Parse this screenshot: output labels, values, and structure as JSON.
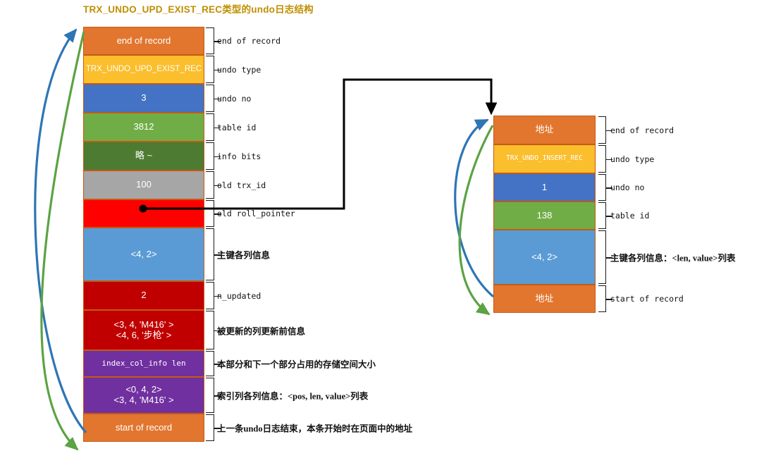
{
  "title": "TRX_UNDO_UPD_EXIST_REC类型的undo日志结构",
  "colors": {
    "title": "#BF8F00",
    "orange": "#E2762F",
    "amber": "#FBBE2C",
    "blue": "#4472C4",
    "green_light": "#70AD47",
    "green_dark": "#4E7B32",
    "gray": "#A6A6A6",
    "red_bright": "#FF0000",
    "blue_light": "#5B9BD5",
    "red_dark": "#C00000",
    "purple": "#7030A0",
    "arrow_blue": "#2E75B6",
    "arrow_green": "#5BA343",
    "connector": "#000000"
  },
  "left_record": {
    "name": "update-undo-record",
    "blocks": [
      {
        "text": "end of record",
        "color": "#E2762F",
        "font": 13,
        "mono": false,
        "label": "end of record",
        "label_cn": false
      },
      {
        "text": "TRX_UNDO_UPD_EXIST_REC",
        "color": "#FBBE2C",
        "font": 11.5,
        "mono": false,
        "label": "undo type",
        "label_cn": false
      },
      {
        "text": "3",
        "color": "#4472C4",
        "font": 13,
        "mono": false,
        "label": "undo no",
        "label_cn": false
      },
      {
        "text": "3812",
        "color": "#70AD47",
        "font": 13,
        "mono": false,
        "label": "table id",
        "label_cn": false
      },
      {
        "text": "略 ~",
        "color": "#4E7B32",
        "font": 13,
        "mono": false,
        "label": "info bits",
        "label_cn": false
      },
      {
        "text": "100",
        "color": "#A6A6A6",
        "font": 13,
        "mono": false,
        "label": "old trx_id",
        "label_cn": false
      },
      {
        "text": "",
        "color": "#FF0000",
        "font": 13,
        "mono": false,
        "label": "old roll_pointer",
        "label_cn": false
      },
      {
        "text": "<4, 2>",
        "color": "#5B9BD5",
        "font": 13,
        "mono": false,
        "label": "主键各列信息",
        "label_cn": true
      },
      {
        "text": "2",
        "color": "#C00000",
        "font": 13,
        "mono": false,
        "label": "n_updated",
        "label_cn": false
      },
      {
        "text": "<3, 4, 'M416' >\n<4, 6, '步枪' >",
        "color": "#C00000",
        "font": 13,
        "mono": false,
        "label": "被更新的列更新前信息",
        "label_cn": true
      },
      {
        "text": "index_col_info len",
        "color": "#7030A0",
        "font": 11,
        "mono": true,
        "label": "本部分和下一个部分占用的存储空间大小",
        "label_cn": true
      },
      {
        "text": "<0, 4, 2>\n<3, 4, 'M416' >",
        "color": "#7030A0",
        "font": 13,
        "mono": false,
        "label": "索引列各列信息：<pos, len, value>列表",
        "label_cn": true
      },
      {
        "text": "start of record",
        "color": "#E2762F",
        "font": 13,
        "mono": false,
        "label": "上一条undo日志结束，本条开始时在页面中的地址",
        "label_cn": true
      }
    ]
  },
  "right_record": {
    "name": "insert-undo-record",
    "blocks": [
      {
        "text": "地址",
        "color": "#E2762F",
        "font": 13,
        "mono": false,
        "label": "end of record",
        "label_cn": false
      },
      {
        "text": "TRX_UNDO_INSERT_REC",
        "color": "#FBBE2C",
        "font": 9.5,
        "mono": true,
        "label": "undo type",
        "label_cn": false
      },
      {
        "text": "1",
        "color": "#4472C4",
        "font": 13,
        "mono": false,
        "label": "undo no",
        "label_cn": false
      },
      {
        "text": "138",
        "color": "#70AD47",
        "font": 13,
        "mono": false,
        "label": "table id",
        "label_cn": false
      },
      {
        "text": "<4, 2>",
        "color": "#5B9BD5",
        "font": 13,
        "mono": false,
        "label": "主键各列信息：<len, value>列表",
        "label_cn": true
      },
      {
        "text": "地址",
        "color": "#E2762F",
        "font": 13,
        "mono": false,
        "label": "start of record",
        "label_cn": false
      }
    ]
  },
  "connectors": [
    {
      "name": "roll-pointer-link",
      "kind": "orthogonal-arrow",
      "color": "#000000",
      "from": "old roll_pointer",
      "to": "insert-undo-record end of record"
    },
    {
      "name": "left-record-end-to-start",
      "kind": "curved-arrow-up",
      "color": "#2E75B6"
    },
    {
      "name": "left-record-start-to-end",
      "kind": "curved-arrow-down",
      "color": "#5BA343"
    },
    {
      "name": "right-record-end-to-start",
      "kind": "curved-arrow-up",
      "color": "#2E75B6"
    },
    {
      "name": "right-record-start-to-end",
      "kind": "curved-arrow-down",
      "color": "#5BA343"
    }
  ]
}
